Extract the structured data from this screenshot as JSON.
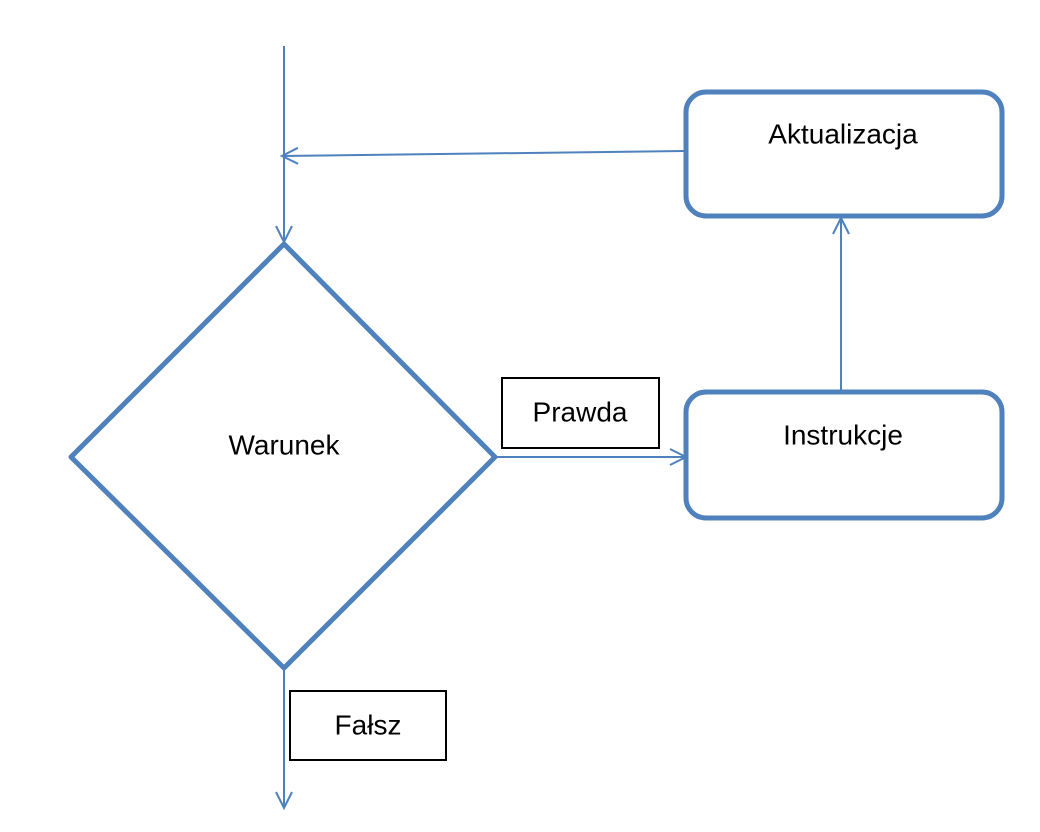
{
  "diagram": {
    "nodes": {
      "condition": {
        "label": "Warunek",
        "shape": "diamond"
      },
      "instructions": {
        "label": "Instrukcje",
        "shape": "rounded-rect"
      },
      "update": {
        "label": "Aktualizacja",
        "shape": "rounded-rect"
      }
    },
    "edge_labels": {
      "true": "Prawda",
      "false": "Fałsz"
    },
    "edges": [
      {
        "from": "entry",
        "to": "condition"
      },
      {
        "from": "condition",
        "to": "instructions",
        "label": "Prawda"
      },
      {
        "from": "instructions",
        "to": "update"
      },
      {
        "from": "update",
        "to": "condition"
      },
      {
        "from": "condition",
        "to": "exit",
        "label": "Fałsz"
      }
    ],
    "colors": {
      "shape_stroke": "#4f81bd",
      "connector": "#4f81bd",
      "label_box_stroke": "#000000",
      "text": "#000000",
      "background": "#ffffff"
    }
  }
}
